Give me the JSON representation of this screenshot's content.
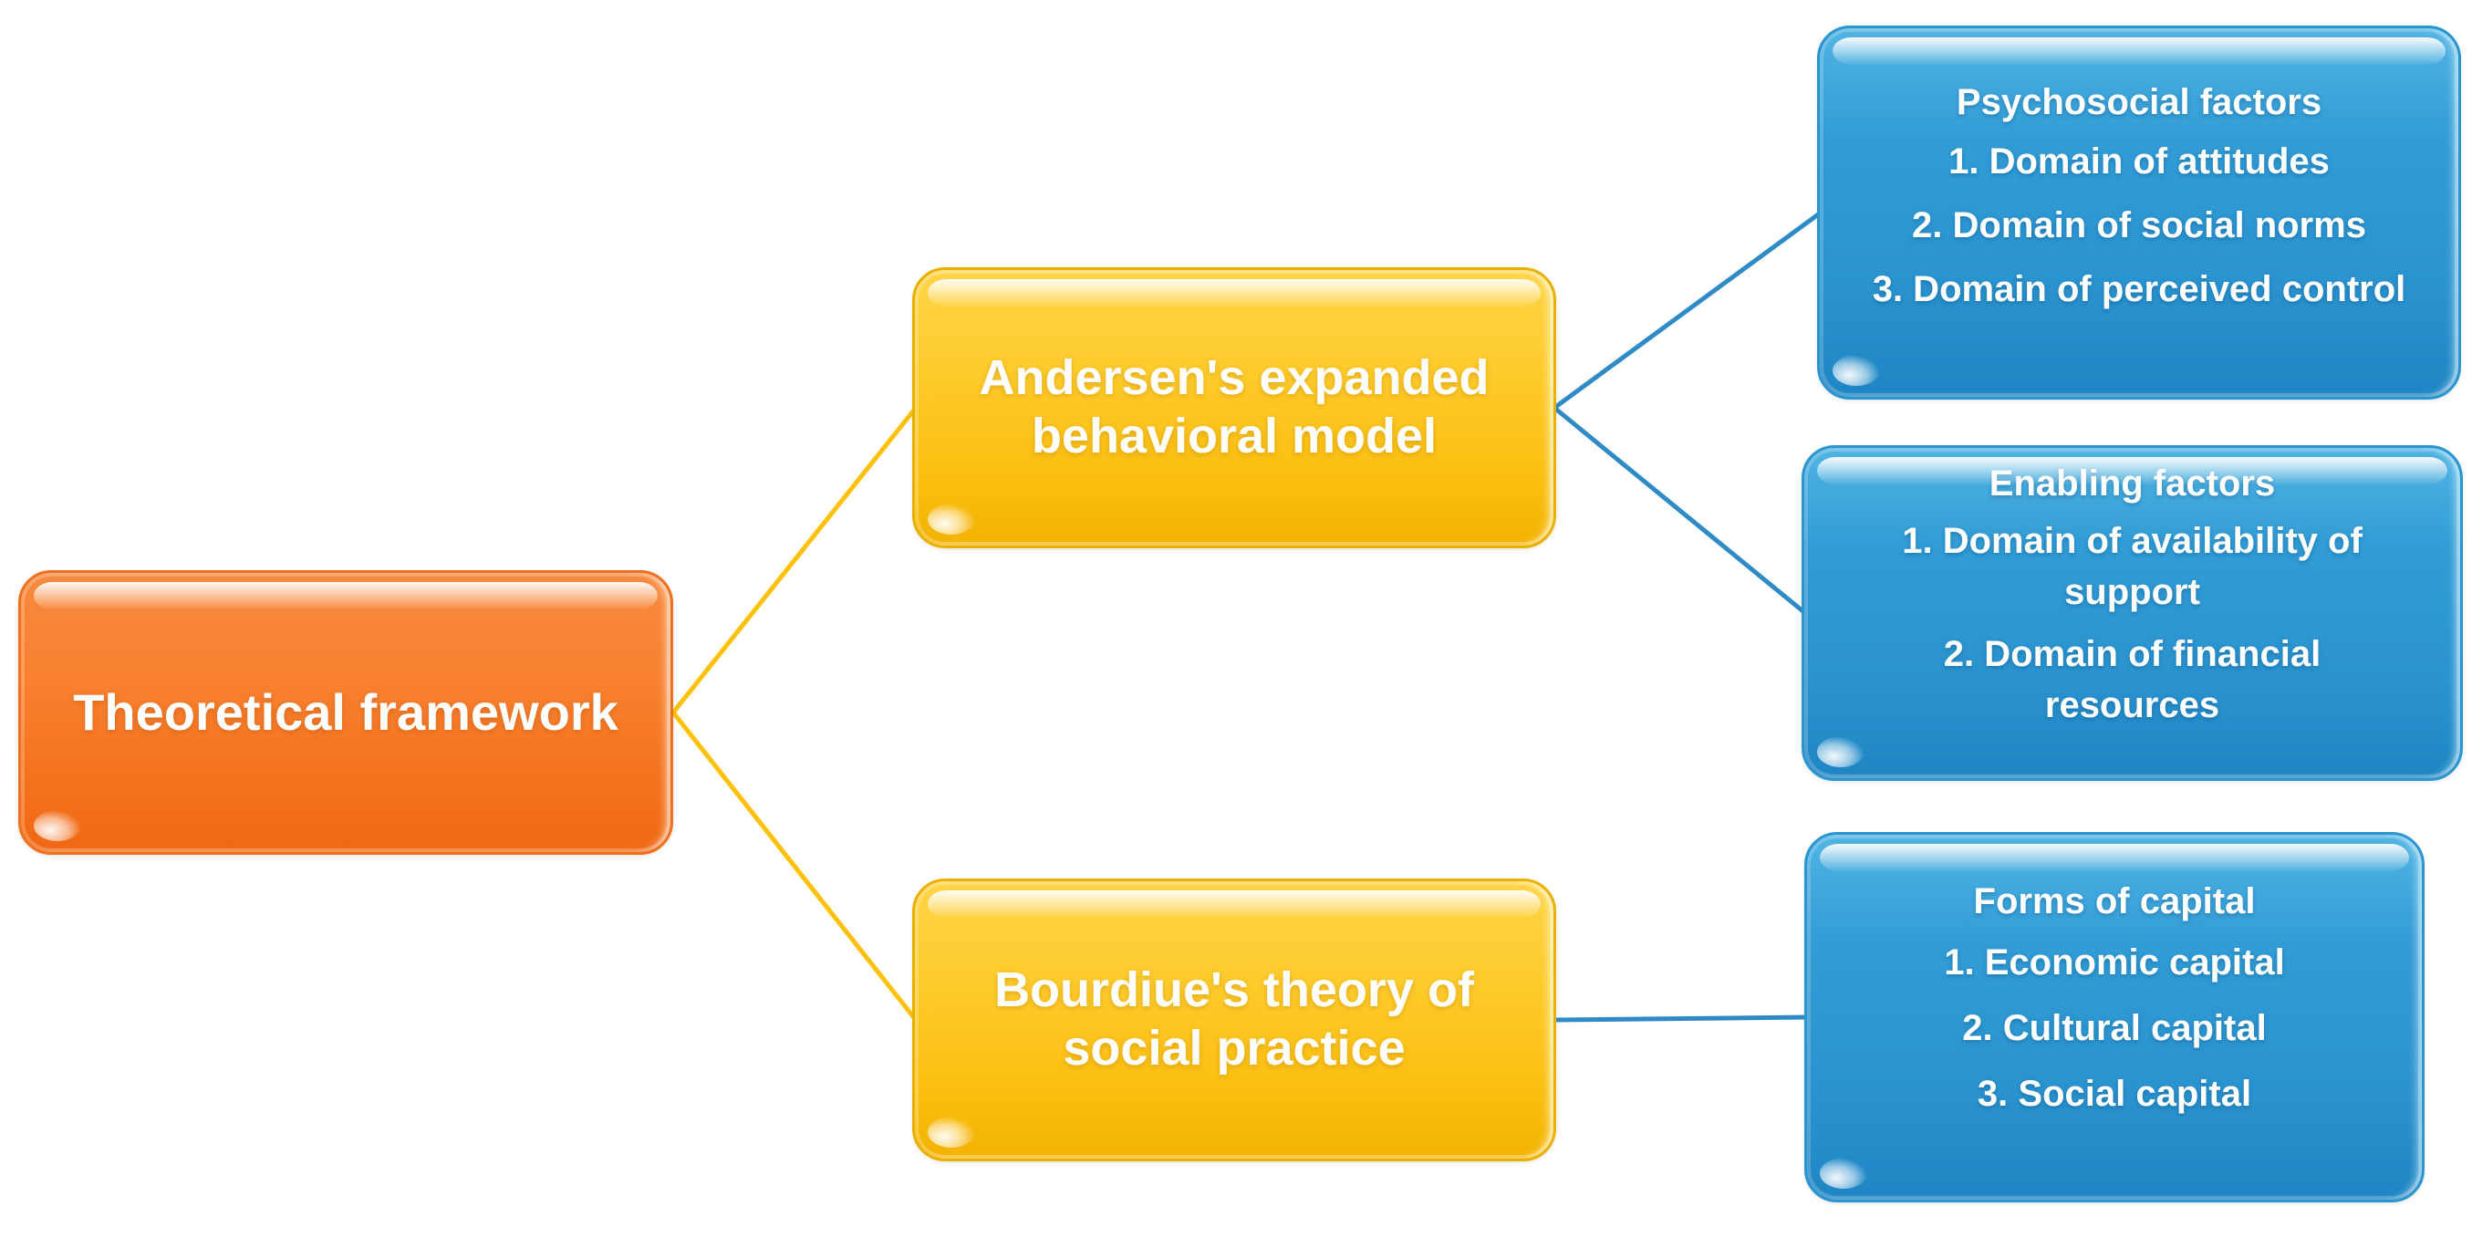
{
  "diagram": {
    "root": {
      "label": "Theoretical framework"
    },
    "branches": [
      {
        "label": "Andersen's expanded behavioral model"
      },
      {
        "label": "Bourdiue's theory of social practice"
      }
    ],
    "leaves": [
      {
        "title": "Psychosocial factors",
        "items": [
          "1. Domain of attitudes",
          "2. Domain of social norms",
          "3. Domain of perceived control"
        ]
      },
      {
        "title": "Enabling factors",
        "items": [
          "1. Domain of availability of support",
          "2. Domain of financial resources"
        ]
      },
      {
        "title": "Forms of capital",
        "items": [
          "1. Economic capital",
          "2. Cultural capital",
          "3. Social capital"
        ]
      }
    ],
    "colors": {
      "root_fill": "#F47B2A",
      "branch_fill": "#FDC113",
      "leaf_fill": "#2E99D4",
      "connector_yellow": "#FFC107",
      "connector_blue": "#2E8BC6",
      "text": "#FFFFFF",
      "background": "#FFFFFF"
    }
  }
}
